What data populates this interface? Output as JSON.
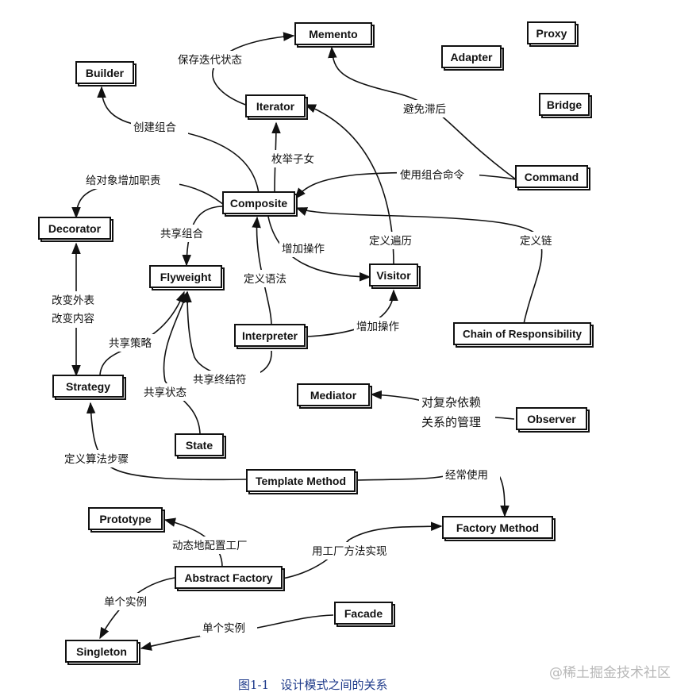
{
  "nodes": {
    "memento": "Memento",
    "proxy": "Proxy",
    "adapter": "Adapter",
    "builder": "Builder",
    "iterator": "Iterator",
    "bridge": "Bridge",
    "command": "Command",
    "composite": "Composite",
    "decorator": "Decorator",
    "flyweight": "Flyweight",
    "visitor": "Visitor",
    "chain": "Chain of Responsibility",
    "interpreter": "Interpreter",
    "mediator": "Mediator",
    "observer": "Observer",
    "strategy": "Strategy",
    "state": "State",
    "template_method": "Template Method",
    "prototype": "Prototype",
    "factory_method": "Factory Method",
    "abstract_factory": "Abstract Factory",
    "facade": "Facade",
    "singleton": "Singleton"
  },
  "edge_labels": {
    "save_iteration_state": "保存迭代状态",
    "avoid_lag": "避免滞后",
    "create_composite": "创建组合",
    "enumerate_children": "枚举子女",
    "add_responsibilities": "给对象增加职责",
    "use_composite_command": "使用组合命令",
    "share_composite": "共享组合",
    "add_operations_1": "增加操作",
    "define_traversal": "定义遍历",
    "define_chain": "定义链",
    "change_skin": "改变外表",
    "change_guts": "改变内容",
    "define_grammar": "定义语法",
    "add_operations_2": "增加操作",
    "share_strategies": "共享策略",
    "share_terminal_symbols": "共享终结符",
    "share_states": "共享状态",
    "complex_dependency_1": "对复杂依赖",
    "complex_dependency_2": "关系的管理",
    "define_algorithm_steps": "定义算法步骤",
    "often_uses": "经常使用",
    "dynamic_configure_factory": "动态地配置工厂",
    "implement_using_factory_method": "用工厂方法实现",
    "single_instance_1": "单个实例",
    "single_instance_2": "单个实例"
  },
  "caption": "图1-1   设计模式之间的关系",
  "watermark": "@稀土掘金技术社区"
}
